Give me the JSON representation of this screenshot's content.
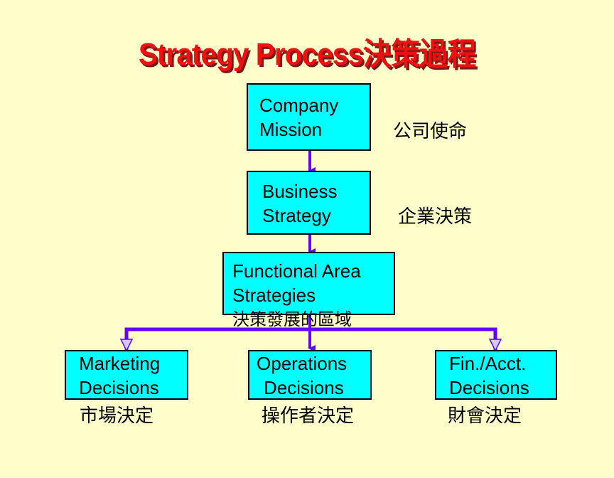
{
  "title": "Strategy Process決策過程",
  "nodes": {
    "mission": {
      "line1": "Company",
      "line2": "Mission",
      "note": "公司使命"
    },
    "business": {
      "line1": "Business",
      "line2": "Strategy",
      "note": "企業決策"
    },
    "functional": {
      "line1": "Functional Area",
      "line2": "Strategies",
      "line3": "決策發展的區域"
    },
    "marketing": {
      "line1": "Marketing",
      "line2": "Decisions",
      "note": "市場決定"
    },
    "operations": {
      "line1": "Operations",
      "line2": "Decisions",
      "note": "操作者決定"
    },
    "finance": {
      "line1": "Fin./Acct.",
      "line2": "Decisions",
      "note": "財會決定"
    }
  },
  "colors": {
    "title": "#ee1111",
    "box": "#00ffff",
    "connector": "#6600ff",
    "background": "#ffffcc"
  }
}
